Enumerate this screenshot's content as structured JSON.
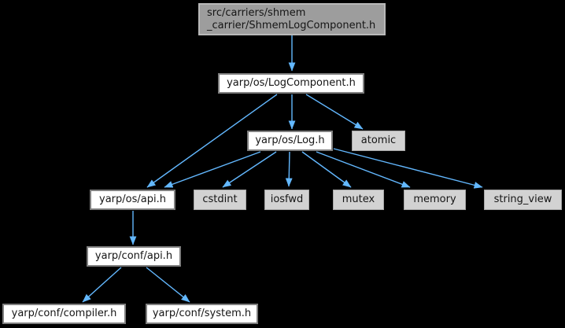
{
  "diagram": {
    "type": "include-dependency-graph",
    "background_color": "#000000",
    "arrow_color": "#63b8ff",
    "node_styles": {
      "current": {
        "fill": "#9d9d9d",
        "border": "#b9b9b9",
        "text": "#151515"
      },
      "internal": {
        "fill": "#ffffff",
        "border": "#7f7f7f",
        "text": "#151515"
      },
      "system": {
        "fill": "#d2d2d2",
        "border": "#a6a6a6",
        "text": "#151515"
      }
    },
    "nodes": [
      {
        "id": "shmem-log-component",
        "label": "src/carriers/shmem\n_carrier/ShmemLogComponent.h",
        "type": "current"
      },
      {
        "id": "log-component",
        "label": "yarp/os/LogComponent.h",
        "type": "internal"
      },
      {
        "id": "log",
        "label": "yarp/os/Log.h",
        "type": "internal"
      },
      {
        "id": "atomic",
        "label": "atomic",
        "type": "system"
      },
      {
        "id": "os-api",
        "label": "yarp/os/api.h",
        "type": "internal"
      },
      {
        "id": "cstdint",
        "label": "cstdint",
        "type": "system"
      },
      {
        "id": "iosfwd",
        "label": "iosfwd",
        "type": "system"
      },
      {
        "id": "mutex",
        "label": "mutex",
        "type": "system"
      },
      {
        "id": "memory",
        "label": "memory",
        "type": "system"
      },
      {
        "id": "string-view",
        "label": "string_view",
        "type": "system"
      },
      {
        "id": "conf-api",
        "label": "yarp/conf/api.h",
        "type": "internal"
      },
      {
        "id": "conf-compiler",
        "label": "yarp/conf/compiler.h",
        "type": "internal"
      },
      {
        "id": "conf-system",
        "label": "yarp/conf/system.h",
        "type": "internal"
      }
    ],
    "edges": [
      {
        "from": "shmem-log-component",
        "to": "log-component"
      },
      {
        "from": "log-component",
        "to": "log"
      },
      {
        "from": "log-component",
        "to": "atomic"
      },
      {
        "from": "log-component",
        "to": "os-api"
      },
      {
        "from": "log",
        "to": "os-api"
      },
      {
        "from": "log",
        "to": "cstdint"
      },
      {
        "from": "log",
        "to": "iosfwd"
      },
      {
        "from": "log",
        "to": "mutex"
      },
      {
        "from": "log",
        "to": "memory"
      },
      {
        "from": "log",
        "to": "string-view"
      },
      {
        "from": "os-api",
        "to": "conf-api"
      },
      {
        "from": "conf-api",
        "to": "conf-compiler"
      },
      {
        "from": "conf-api",
        "to": "conf-system"
      }
    ]
  }
}
